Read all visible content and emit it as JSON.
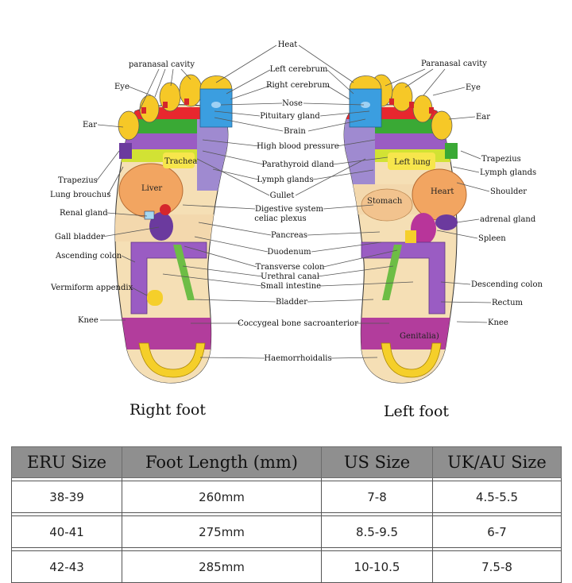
{
  "captions": {
    "right": "Right foot",
    "left": "Left foot"
  },
  "labels": {
    "center": [
      "Heat",
      "Left cerebrum",
      "Right cerebrum",
      "Nose",
      "Pituitary gland",
      "Brain",
      "High blood pressure",
      "Parathyroid dland",
      "Lymph glands",
      "Gullet",
      "Digestive system",
      "celiac plexus",
      "Pancreas",
      "Duodenum",
      "Transverse colon",
      "Urethral canal",
      "Small intestine",
      "Bladder",
      "Coccygeal bone sacroanterior",
      "Haemorrhoidalis"
    ],
    "right_foot": [
      "paranasal  cavity",
      "Eye",
      "Ear",
      "Trapezius",
      "Lung brouchus",
      "Renal gland",
      "Gall bladder",
      "Ascending colon",
      "Vermiform appendix",
      "Knee"
    ],
    "left_foot": [
      "Paranasal cavity",
      "Eye",
      "Ear",
      "Trapezius",
      "Lymph glands",
      "Shoulder",
      "adrenal gland",
      "Spleen",
      "Descending colon",
      "Rectum",
      "Knee"
    ],
    "zones": [
      "Trachea",
      "Liver",
      "Left lung",
      "Heart",
      "Stomach",
      "Genitalia)"
    ]
  },
  "table": {
    "headers": [
      "ERU Size",
      "Foot Length (mm)",
      "US Size",
      "UK/AU Size"
    ],
    "rows": [
      [
        "38-39",
        "260mm",
        "7-8",
        "4.5-5.5"
      ],
      [
        "40-41",
        "275mm",
        "8.5-9.5",
        "6-7"
      ],
      [
        "42-43",
        "285mm",
        "10-10.5",
        "7.5-8"
      ]
    ]
  }
}
